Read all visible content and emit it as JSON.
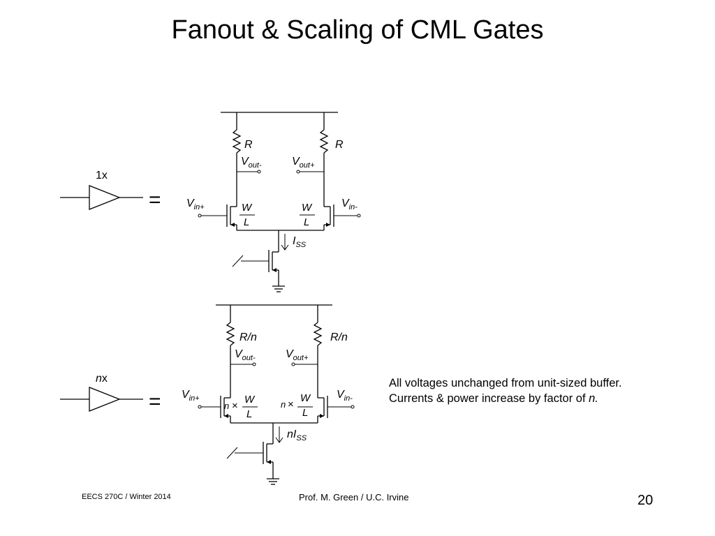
{
  "slide": {
    "title": "Fanout & Scaling of CML Gates",
    "note_line1": "All voltages unchanged from unit-sized buffer.",
    "note_line2_prefix": "Currents & power increase by factor of ",
    "note_line2_italic": "n.",
    "footer_left": "EECS 270C / Winter 2014",
    "footer_center": "Prof. M. Green / U.C. Irvine",
    "page_number": "20"
  },
  "circuit_top": {
    "buffer_label": "1x",
    "equals": "=",
    "resistor_left": "R",
    "resistor_right": "R",
    "vout_minus": {
      "base": "V",
      "sub": "out-"
    },
    "vout_plus": {
      "base": "V",
      "sub": "out+"
    },
    "vin_plus": {
      "base": "V",
      "sub": "in+"
    },
    "vin_minus": {
      "base": "V",
      "sub": "in-"
    },
    "size_num": "W",
    "size_den": "L",
    "current": {
      "base": "I",
      "sub": "SS"
    }
  },
  "circuit_bottom": {
    "buffer_label_italic": "n",
    "buffer_label_rest": "x",
    "equals": "=",
    "resistor_left": "R/n",
    "resistor_right": "R/n",
    "vout_minus": {
      "base": "V",
      "sub": "out-"
    },
    "vout_plus": {
      "base": "V",
      "sub": "out+"
    },
    "vin_plus": {
      "base": "V",
      "sub": "in+"
    },
    "vin_minus": {
      "base": "V",
      "sub": "in-"
    },
    "size_prefix": "n",
    "size_times": "×",
    "size_num": "W",
    "size_den": "L",
    "current": {
      "prefix": "n",
      "base": "I",
      "sub": "SS"
    }
  }
}
